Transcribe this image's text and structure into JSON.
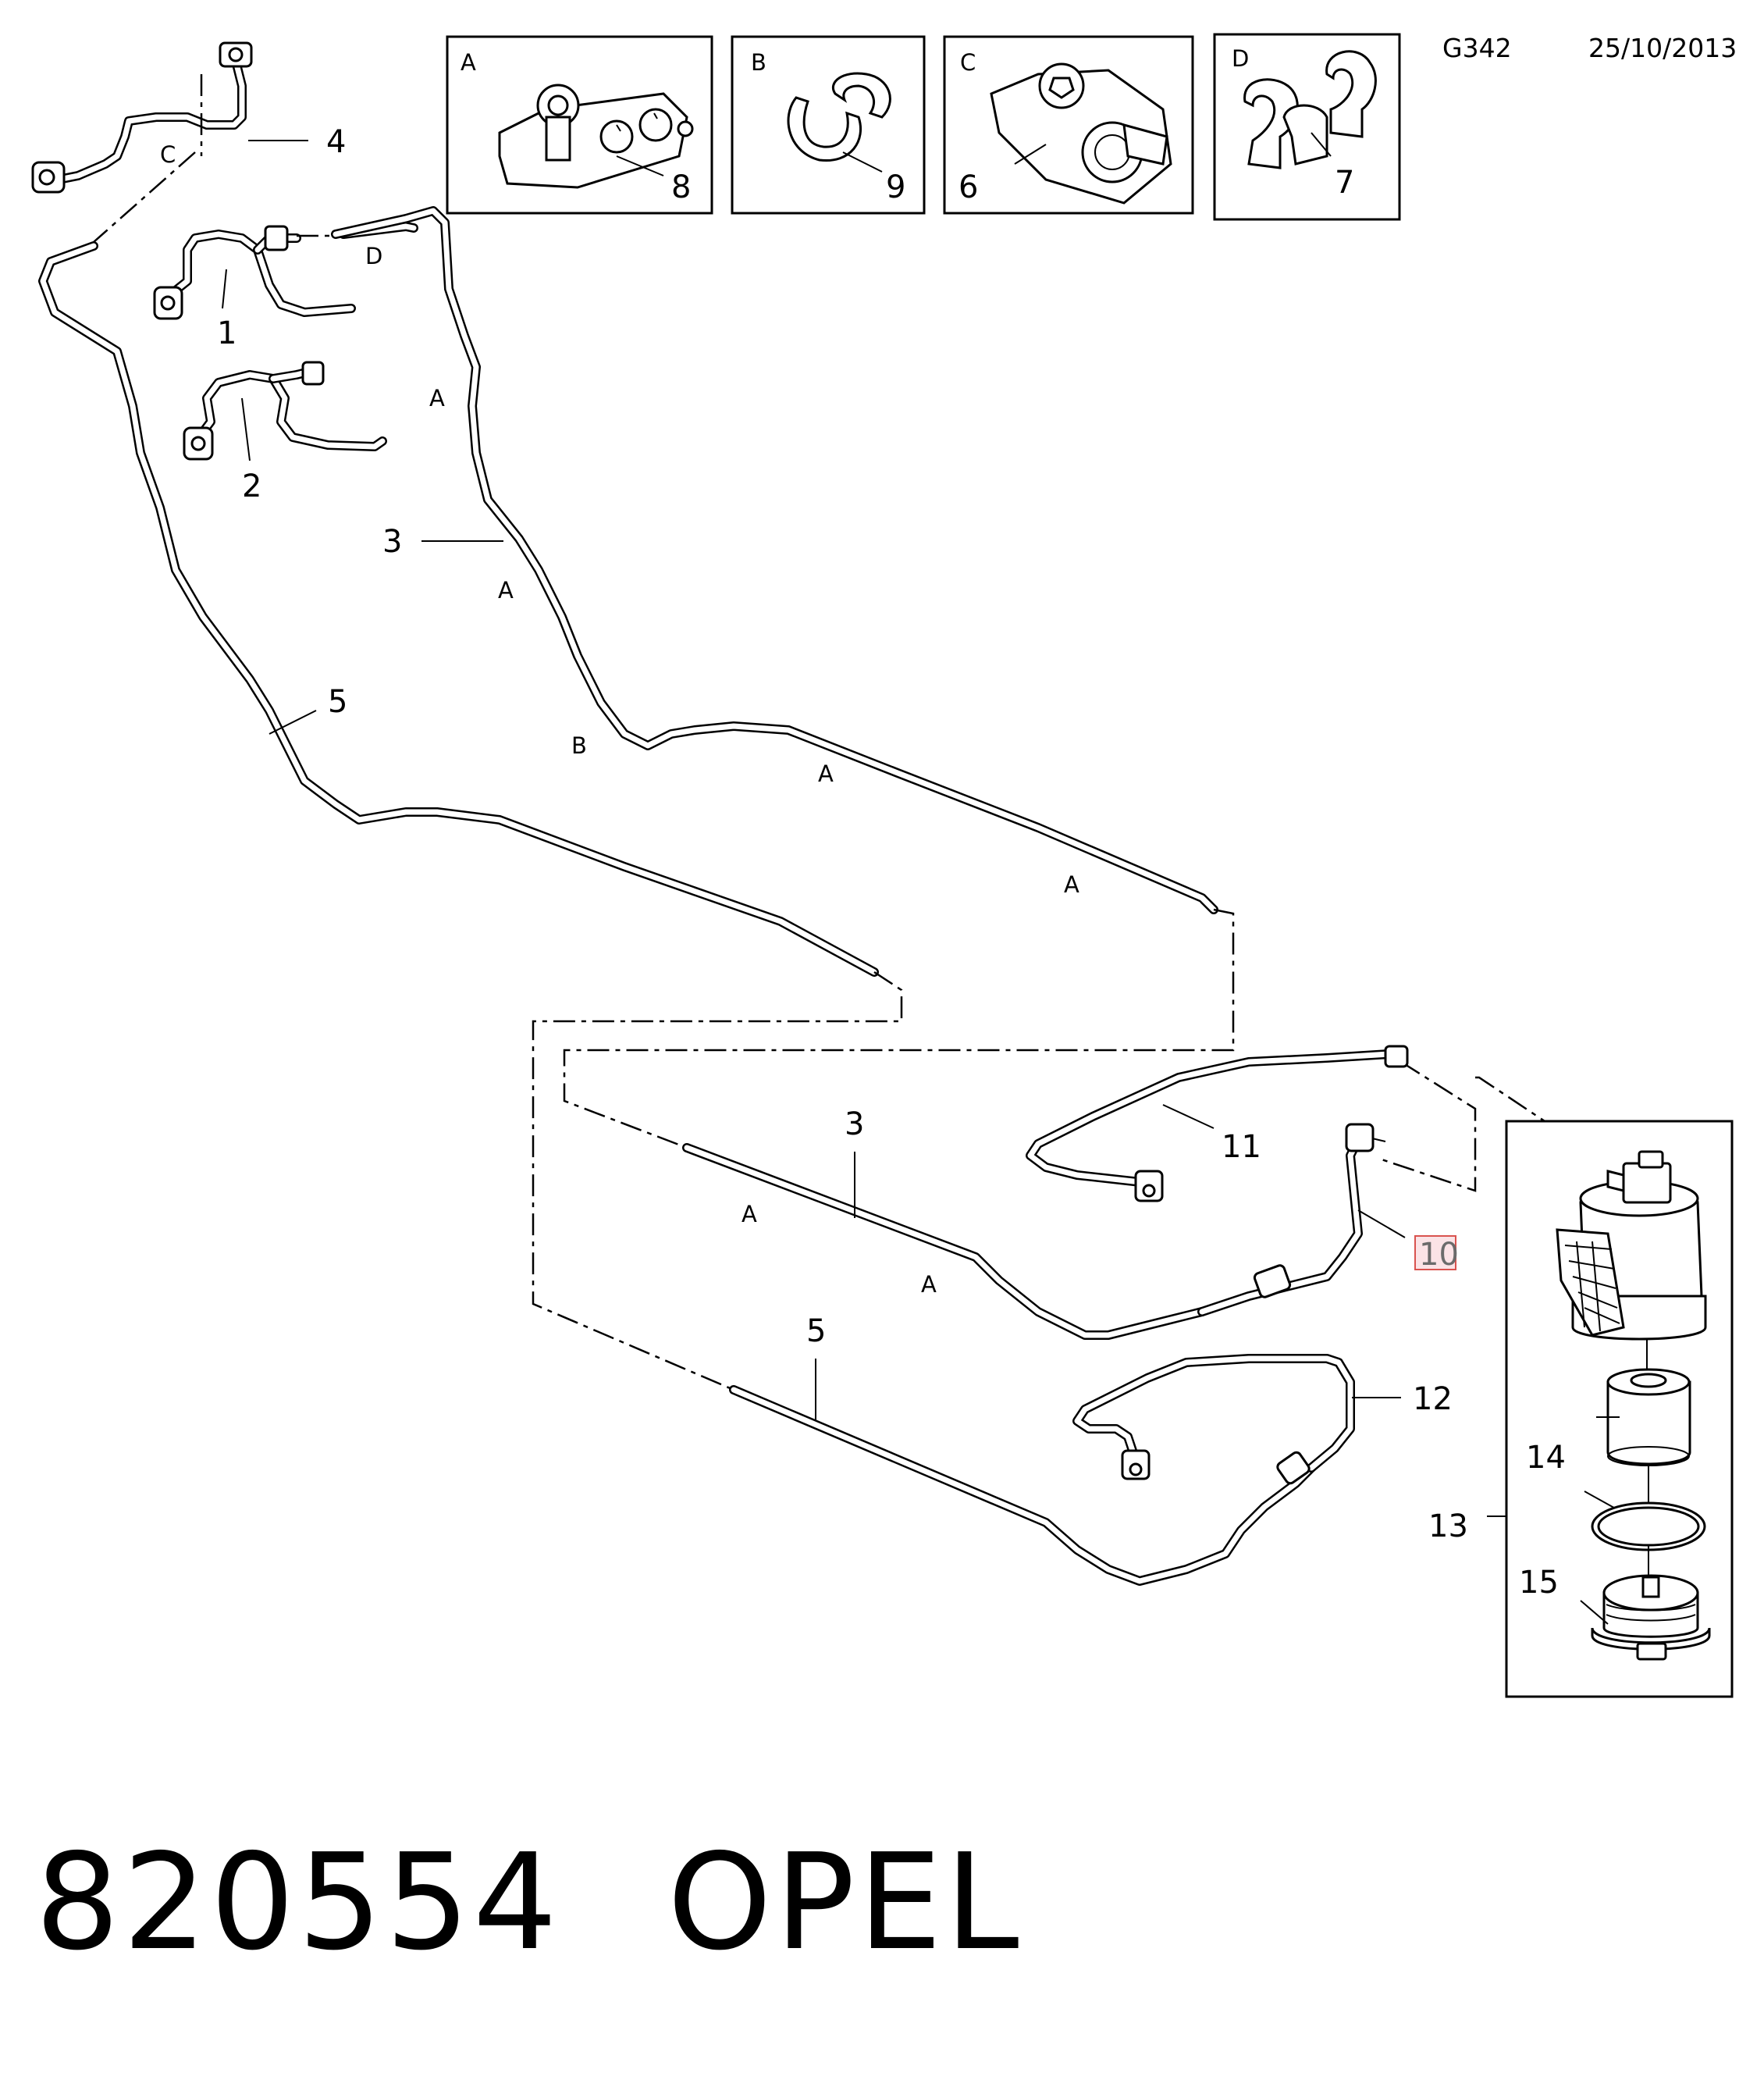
{
  "header": {
    "diagram_code": "G342",
    "date": "25/10/2013"
  },
  "footer": {
    "part_number": "820554",
    "brand": "OPEL"
  },
  "insets": [
    {
      "letter": "A",
      "callout": "8"
    },
    {
      "letter": "B",
      "callout": "9"
    },
    {
      "letter": "C",
      "callout": "6"
    },
    {
      "letter": "D",
      "callout": "7"
    }
  ],
  "callouts": {
    "c1": "1",
    "c2": "2",
    "c3_top": "3",
    "c3_mid": "3",
    "c4": "4",
    "c5_top": "5",
    "c5_bottom": "5",
    "c10": "10",
    "c11": "11",
    "c12": "12",
    "c13": "13",
    "c14": "14",
    "c15": "15"
  },
  "clip_letters": {
    "top_c": "C",
    "top_d": "D",
    "a1": "A",
    "a2": "A",
    "b1": "B",
    "a3": "A",
    "a4": "A",
    "a5": "A",
    "a6": "A"
  },
  "highlight": {
    "callout": "10",
    "color": "#d9534f"
  },
  "icons": [
    "clip-icon",
    "fuel-filter-icon",
    "filter-element-icon",
    "seal-ring-icon",
    "filter-cap-icon"
  ]
}
